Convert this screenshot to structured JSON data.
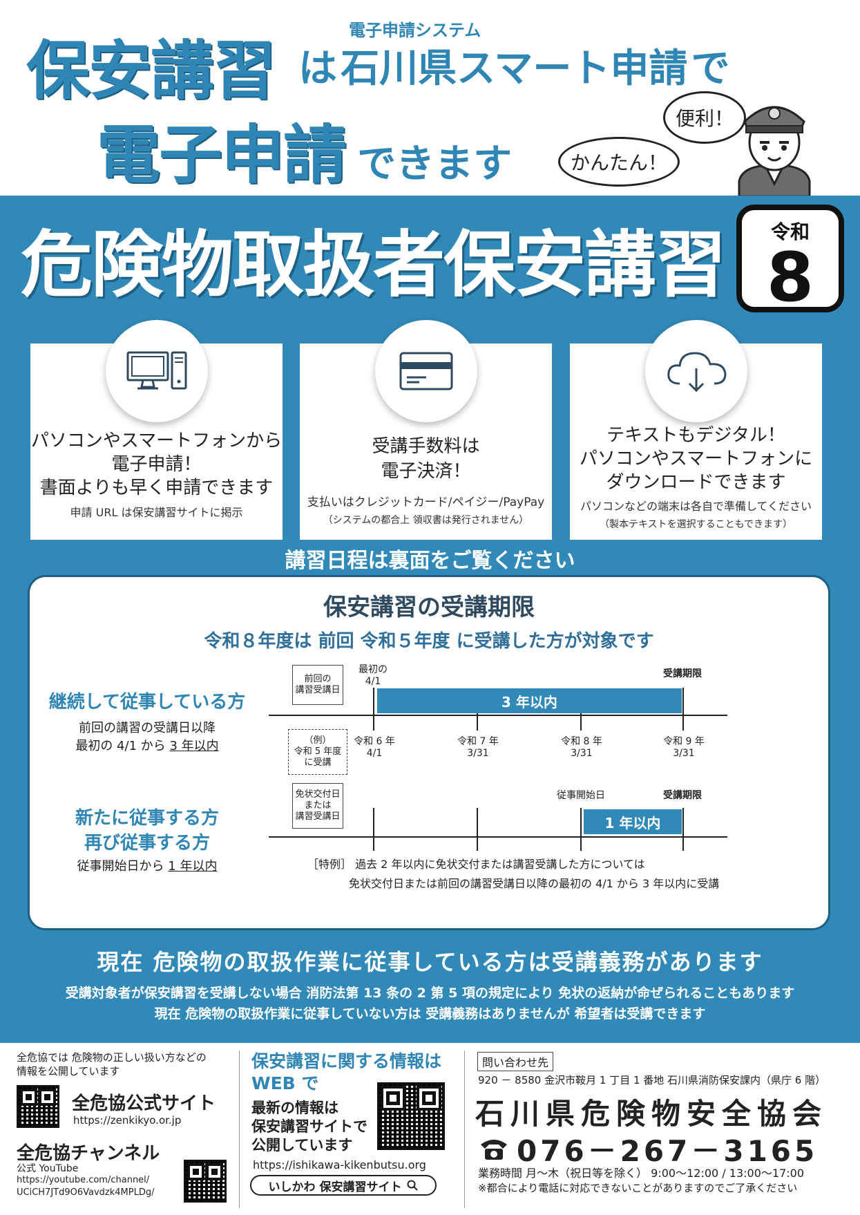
{
  "header": {
    "line1_a": "保安講習",
    "line1_b": "は",
    "system_note": "電子申請システム",
    "line1_c": "石川県スマート申請",
    "line1_d": "で",
    "line2_a": "電子申請",
    "line2_b": "できます",
    "bubble_convenient": "便利！",
    "bubble_easy": "かんたん！"
  },
  "title": {
    "main": "危険物取扱者保安講習",
    "era": "令和",
    "year": "8"
  },
  "features": [
    {
      "icon": "computer-icon",
      "main": [
        "パソコンやスマートフォンから",
        "電子申請！",
        "書面よりも早く申請できます"
      ],
      "sub": [
        "申請 URL は保安講習サイトに掲示"
      ]
    },
    {
      "icon": "credit-card-icon",
      "main": [
        "受講手数料は",
        "電子決済！"
      ],
      "sub": [
        "支払いはクレジットカード/ペイジー/PayPay",
        "（システムの都合上 領収書は発行されません）"
      ]
    },
    {
      "icon": "cloud-download-icon",
      "main": [
        "テキストもデジタル！",
        "パソコンやスマートフォンに",
        "ダウンロードできます"
      ],
      "sub": [
        "パソコンなどの端末は各自で準備してください",
        "（製本テキストを選択することもできます）"
      ]
    }
  ],
  "schedule_note": "講習日程は裏面をご覧ください",
  "period": {
    "title": "保安講習の受講期限",
    "subtitle": "令和８年度は 前回 令和５年度 に受講した方が対象です",
    "row1": {
      "head": "継続して従事している方",
      "desc_line1": "前回の講習の受講日以降",
      "desc_pre": "最初の 4/1 から ",
      "desc_under": "3 年以内",
      "tag": [
        "前回の",
        "講習受講日"
      ],
      "example_tag": [
        "（例）",
        "令和 5 年度",
        "に受講"
      ],
      "first_label": [
        "最初の",
        "4/1"
      ],
      "deadline_label": "受講期限",
      "bar_label": "3 年以内",
      "ticks": [
        [
          "令和 6 年",
          "4/1"
        ],
        [
          "令和 7 年",
          "3/31"
        ],
        [
          "令和 8 年",
          "3/31"
        ],
        [
          "令和 9 年",
          "3/31"
        ]
      ]
    },
    "row2": {
      "head_line1": "新たに従事する方",
      "head_line2": "再び従事する方",
      "desc_pre": "従事開始日から ",
      "desc_under": "1 年以内",
      "tag": [
        "免状交付日",
        "または",
        "講習受講日"
      ],
      "start_label": "従事開始日",
      "deadline_label": "受講期限",
      "bar_label": "1 年以内"
    },
    "special_line1": "［特例］ 過去 2 年以内に免状交付または講習受講した方については",
    "special_line2": "免状交付日または前回の講習受講日以降の最初の 4/1 から 3 年以内に受講"
  },
  "duty": {
    "main": "現在 危険物の取扱作業に従事している方は受講義務があります",
    "note1": "受講対象者が保安講習を受講しない場合 消防法第 13 条の 2 第 5 項の規定により 免状の返納が命ぜられることもあります",
    "note2": "現在 危険物の取扱作業に従事していない方は 受講義務はありませんが 希望者は受講できます"
  },
  "footer": {
    "left_intro": [
      "全危協では 危険物の正しい扱い方などの",
      "情報を公開しています"
    ],
    "site_name": "全危協公式サイト",
    "site_url": "https://zenkikyo.or.jp",
    "channel_name": "全危協チャンネル",
    "channel_label": "公式 YouTube",
    "channel_url_1": "https://youtube.com/channel/",
    "channel_url_2": "UCiCH7JTd9O6Vavdzk4MPLDg/",
    "mid_head": [
      "保安講習に関する情報は",
      "WEB で"
    ],
    "mid_body": [
      "最新の情報は",
      "保安講習サイトで",
      "公開しています"
    ],
    "mid_url": "https://ishikawa-kikenbutsu.org",
    "search_label": "いしかわ 保安講習サイト",
    "inquiry_label": "問い合わせ先",
    "address": "920 － 8580 金沢市鞍月 1 丁目 1 番地  石川県消防保安課内（県庁 6 階）",
    "association": "石川県危険物安全協会",
    "phone": "076－267－3165",
    "hours": "業務時間  月～木（祝日等を除く） 9:00～12:00 / 13:00～17:00",
    "hours_note": "※都合により電話に対応できないことがありますのでご了承ください"
  },
  "colors": {
    "accent": "#3189b8",
    "accent_dark": "#1d5f85",
    "text": "#222222"
  }
}
